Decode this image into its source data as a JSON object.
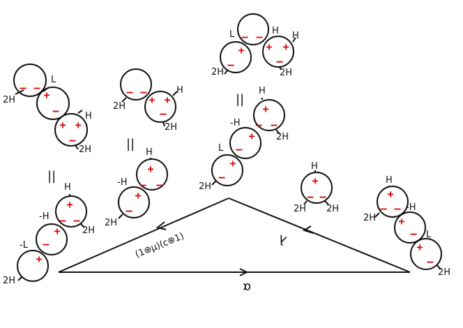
{
  "labels": {
    "L": "L",
    "minus_L": "-L",
    "H": "H",
    "minus_H": "-H",
    "two_H": "2H",
    "plus": "+",
    "minus": "–",
    "equals": "||",
    "edge_left": "(1⊗μ)(c⊗1)",
    "edge_right": "λ",
    "edge_bottom": "α"
  },
  "colors": {
    "ink": "#111111",
    "sign": "#e00000",
    "background": "#ffffff"
  }
}
